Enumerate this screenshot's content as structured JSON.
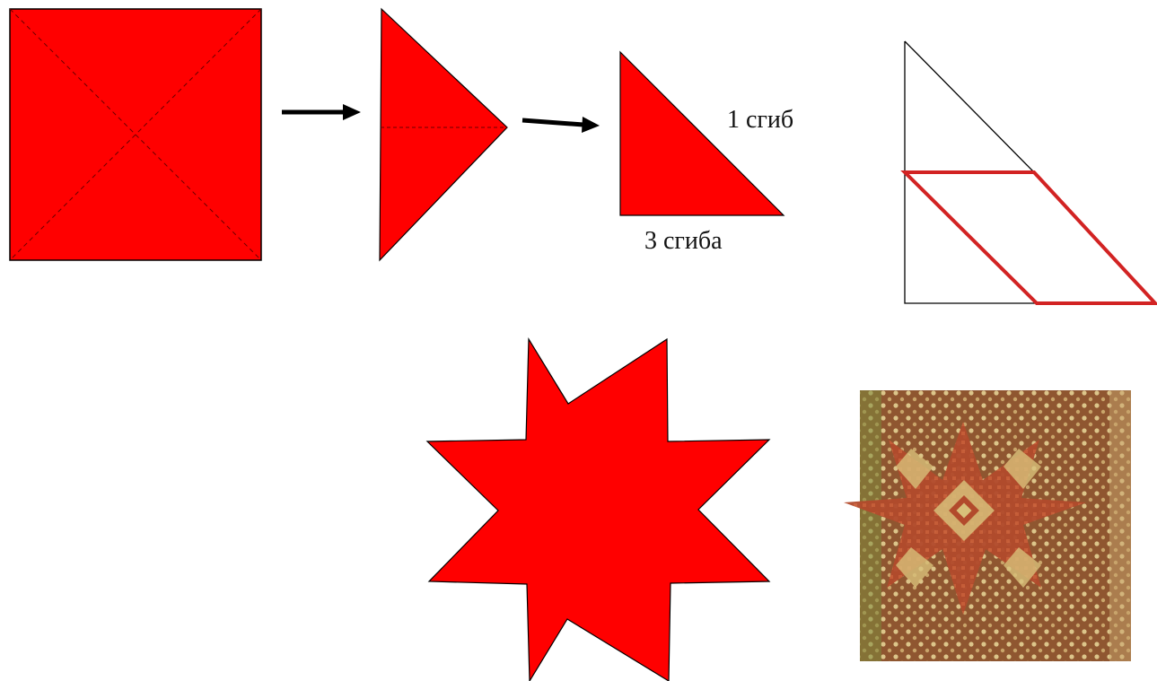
{
  "diagram": {
    "steps": [
      {
        "name": "square-with-diagonals"
      },
      {
        "name": "half-fold-triangle"
      },
      {
        "name": "quarter-fold-triangle"
      }
    ],
    "labels": {
      "fold_one": "1 сгиб",
      "fold_three": "3 сгиба"
    },
    "cut_template": {
      "name": "cut-template"
    },
    "result": {
      "name": "eight-point-star"
    },
    "ornament": {
      "name": "embroidered-star-ornament-photo"
    }
  },
  "colors": {
    "paper": "#ff0000",
    "outline": "#000000",
    "cut_line": "#d22323",
    "arrow": "#000000",
    "ornament_bg": "#9a5a2e",
    "ornament_red": "#b5462a",
    "ornament_cream": "#d8c07a"
  },
  "icons": {
    "step_arrow": "right-arrow-icon"
  }
}
